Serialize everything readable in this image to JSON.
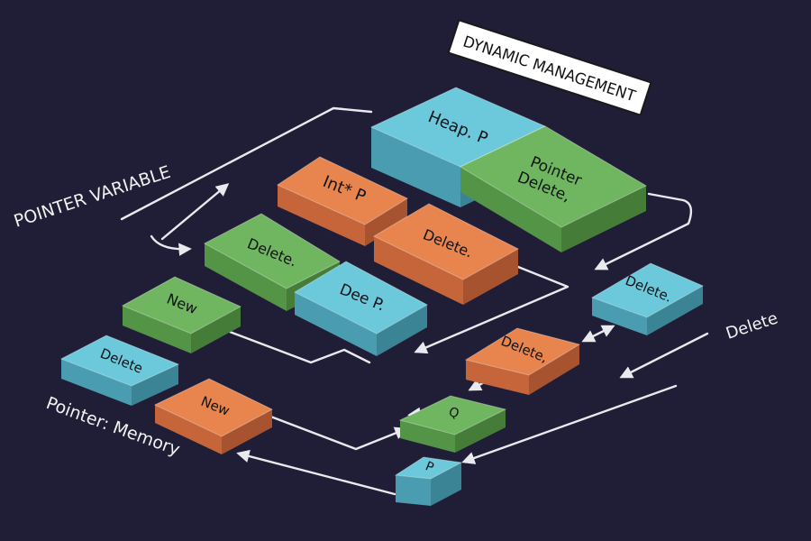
{
  "title": "DYNAMIC MANAGEMENT",
  "labels": {
    "pointer_variable": "POINTER VARIABLE",
    "pointer_memory": "Pointer: Memory",
    "delete": "Delete"
  },
  "colors": {
    "background": "#201d36",
    "blue": "#62bfd2",
    "green": "#6aae5a",
    "orange": "#e07a45"
  },
  "blocks": [
    {
      "id": "heap",
      "text": "Heap. P",
      "color": "blue"
    },
    {
      "id": "pointer-delete",
      "text": "Pointer Delete,",
      "color": "green"
    },
    {
      "id": "int-p",
      "text": "Int* P",
      "color": "orange"
    },
    {
      "id": "delete-green-top",
      "text": "Delete.",
      "color": "green"
    },
    {
      "id": "delete-orange-top",
      "text": "Delete.",
      "color": "orange"
    },
    {
      "id": "deep",
      "text": "Dee P.",
      "color": "blue"
    },
    {
      "id": "new-green",
      "text": "New",
      "color": "green"
    },
    {
      "id": "delete-blue-left",
      "text": "Delete",
      "color": "blue"
    },
    {
      "id": "new-orange",
      "text": "New",
      "color": "orange"
    },
    {
      "id": "delete-blue-right",
      "text": "Delete.",
      "color": "blue"
    },
    {
      "id": "delete-orange-mid",
      "text": "Delete,",
      "color": "orange"
    },
    {
      "id": "q-green",
      "text": "Q",
      "color": "green"
    },
    {
      "id": "p-blue",
      "text": "P",
      "color": "blue"
    }
  ]
}
